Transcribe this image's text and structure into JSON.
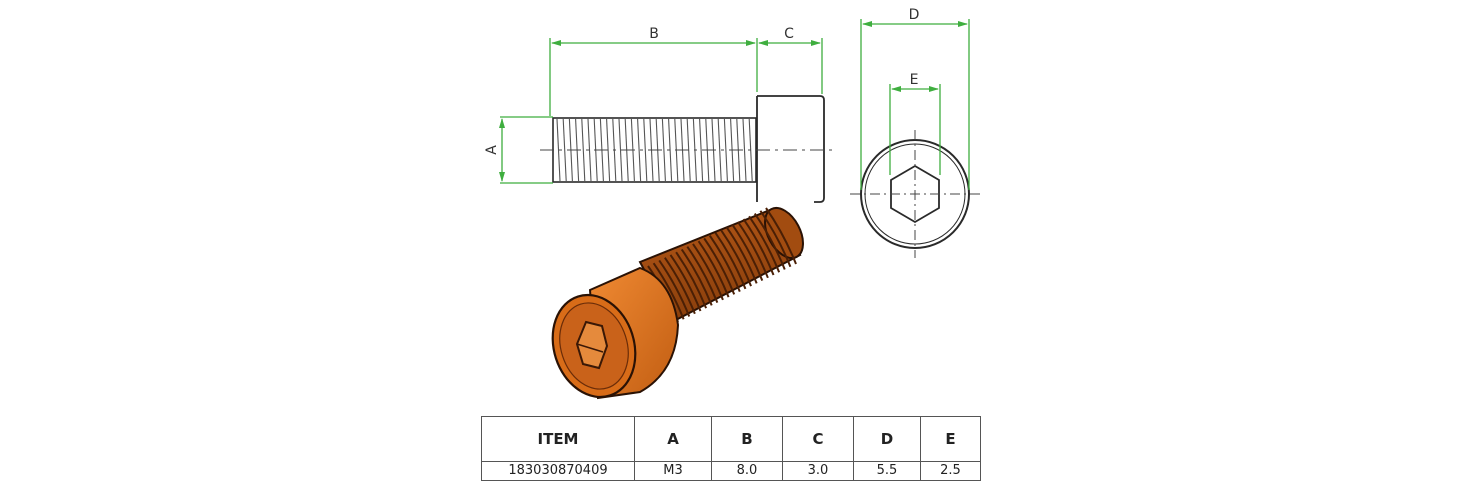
{
  "colors": {
    "dimension_line": "#3fae3f",
    "outline": "#2a2a2a",
    "bronze": "#d9731f",
    "bronze_dark": "#8a3f0c"
  },
  "dimensions": {
    "A": "A",
    "B": "B",
    "C": "C",
    "D": "D",
    "E": "E"
  },
  "spec_table": {
    "headers": [
      "ITEM",
      "A",
      "B",
      "C",
      "D",
      "E"
    ],
    "rows": [
      [
        "183030870409",
        "M3",
        "8.0",
        "3.0",
        "5.5",
        "2.5"
      ]
    ]
  }
}
